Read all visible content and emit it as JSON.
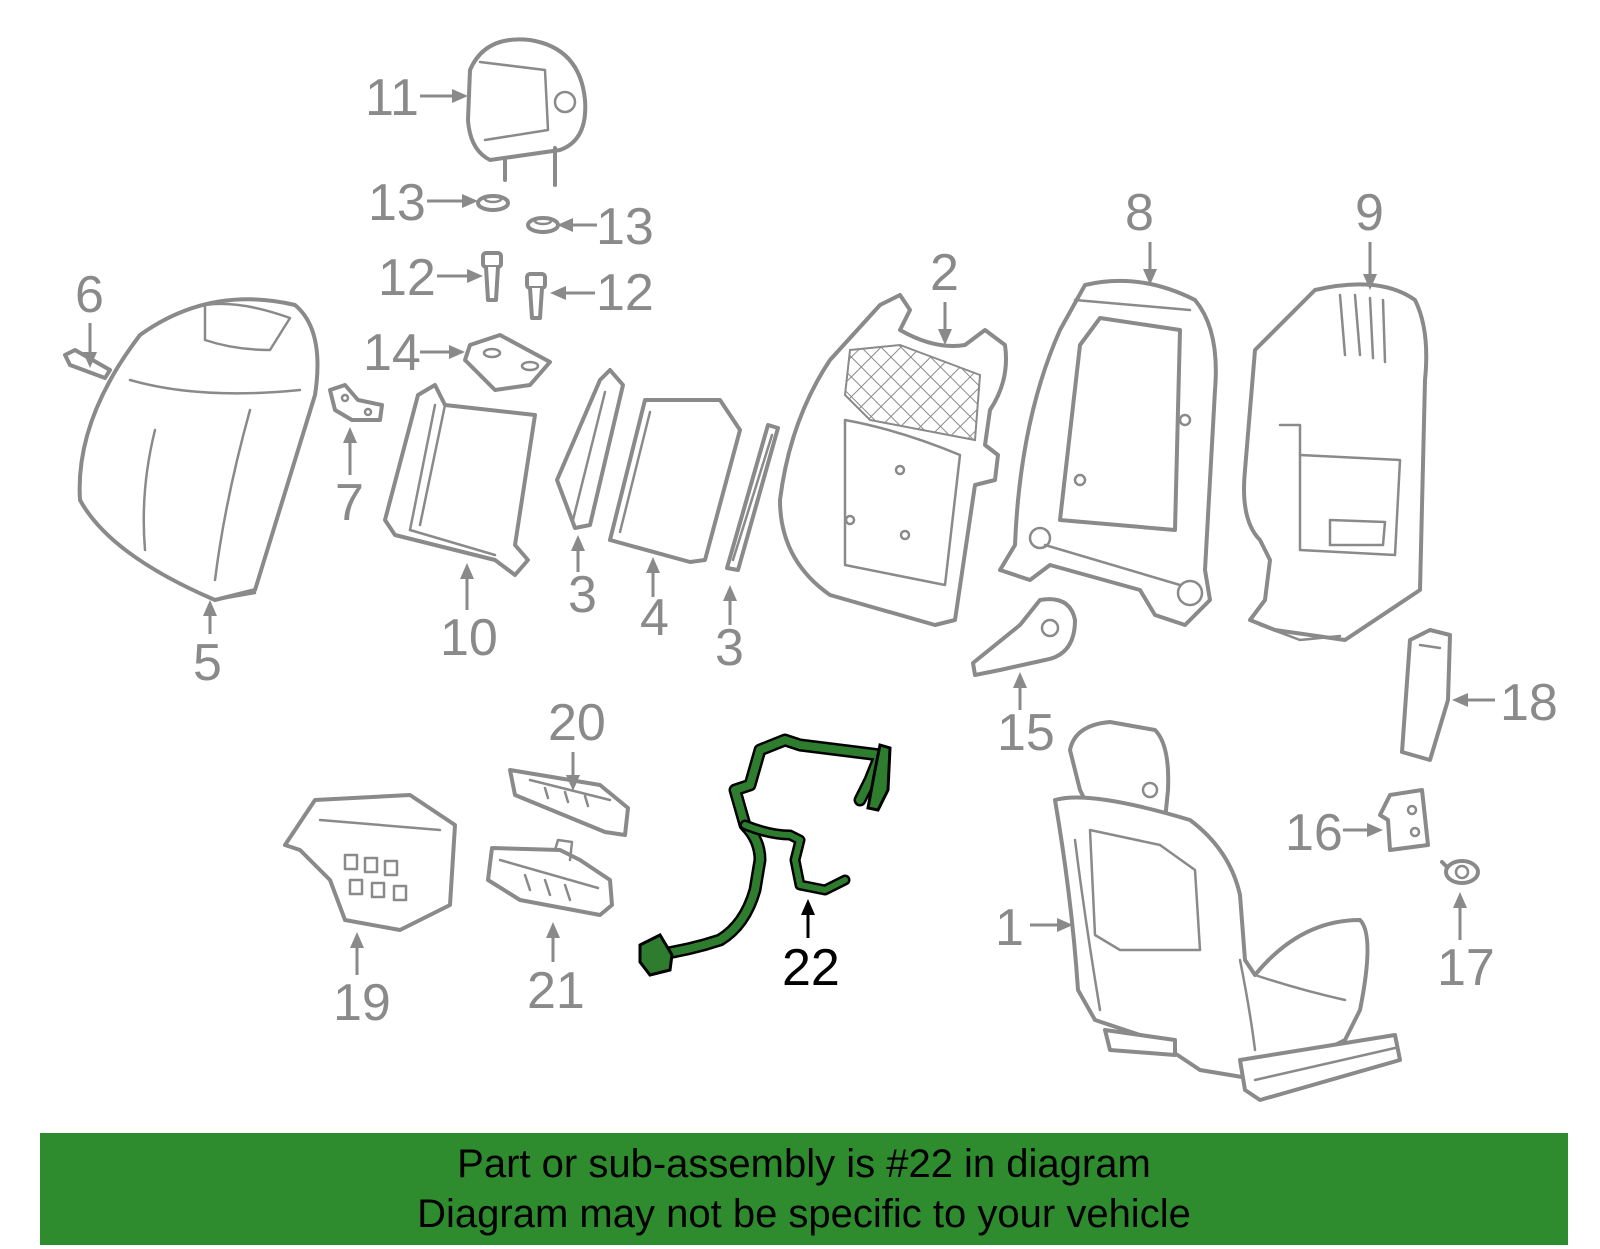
{
  "callouts": {
    "c1": "1",
    "c2": "2",
    "c3a": "3",
    "c3b": "3",
    "c4": "4",
    "c5": "5",
    "c6": "6",
    "c7": "7",
    "c8": "8",
    "c9": "9",
    "c10": "10",
    "c11": "11",
    "c12a": "12",
    "c12b": "12",
    "c13a": "13",
    "c13b": "13",
    "c14": "14",
    "c15": "15",
    "c16": "16",
    "c17": "17",
    "c18": "18",
    "c19": "19",
    "c20": "20",
    "c21": "21",
    "c22": "22"
  },
  "highlight_part": "22",
  "colors": {
    "line_art": "#8a8a8a",
    "highlight_fill": "#2e7d2e",
    "banner_bg": "#2e8b2e",
    "text_dark": "#000000"
  },
  "banner": {
    "line1": "Part or sub-assembly is #22 in diagram",
    "line2": "Diagram may not be specific to your vehicle"
  }
}
